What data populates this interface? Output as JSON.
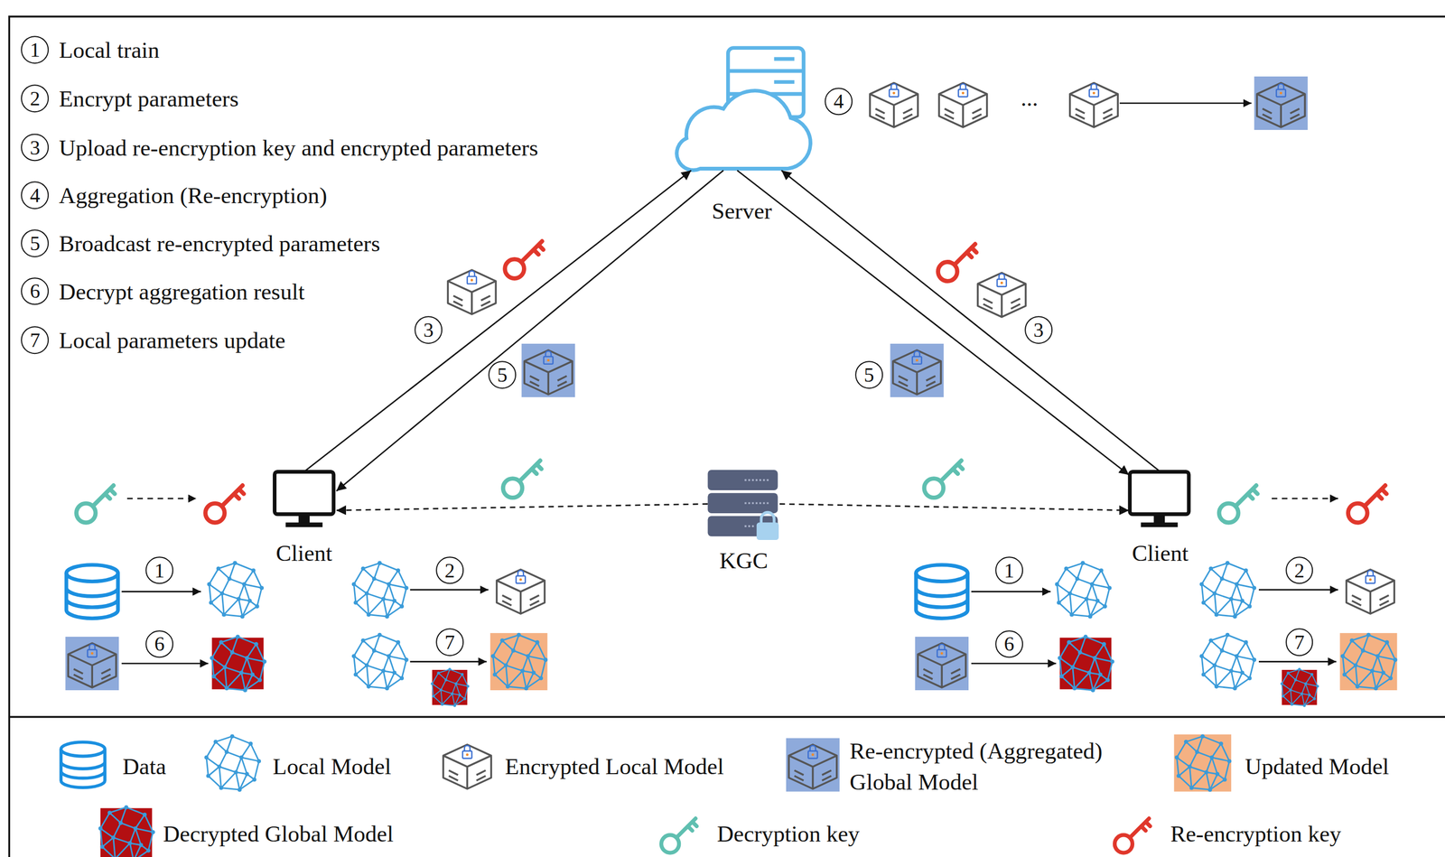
{
  "diagram": {
    "nodes": [
      {
        "text": [
          "Server"
        ]
      },
      {
        "text": [
          "Client"
        ]
      },
      {
        "text": [
          "KGC"
        ]
      },
      {
        "text": [
          "Client"
        ]
      }
    ],
    "edges": [
      {
        "from": 1,
        "to": 0,
        "arrow": "to"
      },
      {
        "from": 0,
        "to": 1,
        "arrow": "to"
      },
      {
        "from": 3,
        "to": 0,
        "arrow": "to"
      },
      {
        "from": 0,
        "to": 3,
        "arrow": "to"
      },
      {
        "from": 2,
        "to": 1,
        "arrow": "to"
      },
      {
        "from": 2,
        "to": 3,
        "arrow": "to"
      }
    ],
    "labels": [
      "1",
      "Local train",
      "2",
      "Encrypt parameters",
      "3",
      "Upload re-encryption key and encrypted parameters",
      "4",
      "Aggregation (Re-encryption)",
      "5",
      "Broadcast re-encrypted parameters",
      "6",
      "Decrypt aggregation result",
      "7",
      "Local parameters update",
      "4",
      "...",
      "3",
      "5",
      "5",
      "3",
      "1",
      "2",
      "6",
      "7",
      "1",
      "2",
      "6",
      "7"
    ],
    "legend": [
      {
        "text": "Data"
      },
      {
        "text": "Local Model"
      },
      {
        "text": "Encrypted Local Model"
      },
      {
        "text": "Re-encrypted (Aggregated) Global Model"
      },
      {
        "text": "Updated Model"
      },
      {
        "text": "Decrypted Global Model"
      },
      {
        "text": "Decryption key"
      },
      {
        "text": "Re-encryption key"
      }
    ]
  }
}
